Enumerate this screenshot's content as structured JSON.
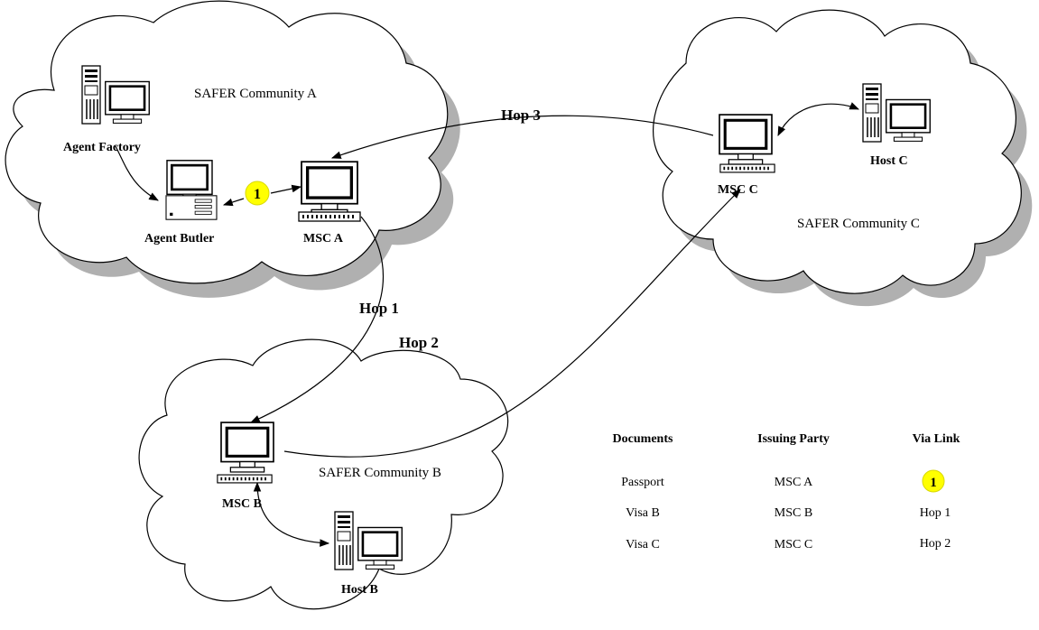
{
  "communities": {
    "a": "SAFER Community A",
    "b": "SAFER Community B",
    "c": "SAFER Community C"
  },
  "nodes": {
    "agent_factory": "Agent Factory",
    "agent_butler": "Agent Butler",
    "msc_a": "MSC A",
    "msc_b": "MSC B",
    "msc_c": "MSC C",
    "host_b": "Host B",
    "host_c": "Host C"
  },
  "hops": {
    "hop1": "Hop 1",
    "hop2": "Hop 2",
    "hop3": "Hop 3"
  },
  "link_badge": "1",
  "badge_color": "#ffff00",
  "shadow_color": "#b0b0b0",
  "table": {
    "headers": [
      "Documents",
      "Issuing Party",
      "Via Link"
    ],
    "rows": [
      [
        "Passport",
        "MSC A",
        "1"
      ],
      [
        "Visa B",
        "MSC B",
        "Hop 1"
      ],
      [
        "Visa C",
        "MSC C",
        "Hop 2"
      ]
    ]
  },
  "icons": [
    "tower-server-icon",
    "monitor-icon",
    "desktop-pc-icon",
    "network-switch-icon"
  ]
}
